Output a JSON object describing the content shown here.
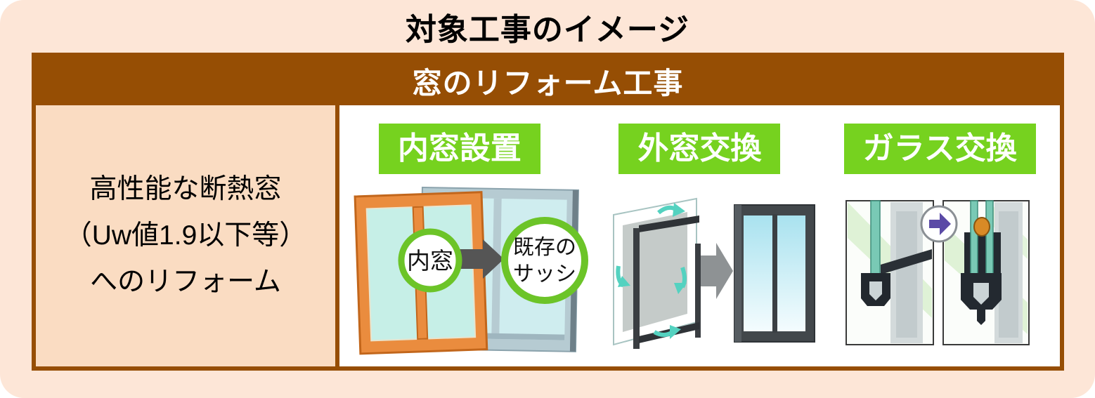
{
  "title": "対象工事のイメージ",
  "table": {
    "header": "窓のリフォーム工事",
    "left_cell": {
      "lines": [
        "高性能な断熱窓",
        "（Uw値1.9以下等）",
        "へのリフォーム"
      ]
    },
    "columns": [
      {
        "label": "内窓設置",
        "callout_inner": "内窓",
        "callout_existing_line1": "既存の",
        "callout_existing_line2": "サッシ"
      },
      {
        "label": "外窓交換"
      },
      {
        "label": "ガラス交換"
      }
    ]
  },
  "colors": {
    "outer_background": "#FDE6D7",
    "left_cell_background": "#FADCC2",
    "brown": "#964E04",
    "green_label": "#76D21F",
    "green_ring": "#6CC428",
    "orange_frame": "#EA8C3E",
    "existing_sash_frame": "#B6CBD2",
    "glass_cyan": "#CFEDEF",
    "teal_glass": "#79C9B5",
    "teal_arrow": "#54D2C0",
    "arrow_dark_gray": "#555555",
    "arrow_gray": "#8E9294",
    "arrow_purple": "#5B4AA6",
    "sealant_orange": "#D98A26",
    "dark_window_frame": "#42474B"
  }
}
